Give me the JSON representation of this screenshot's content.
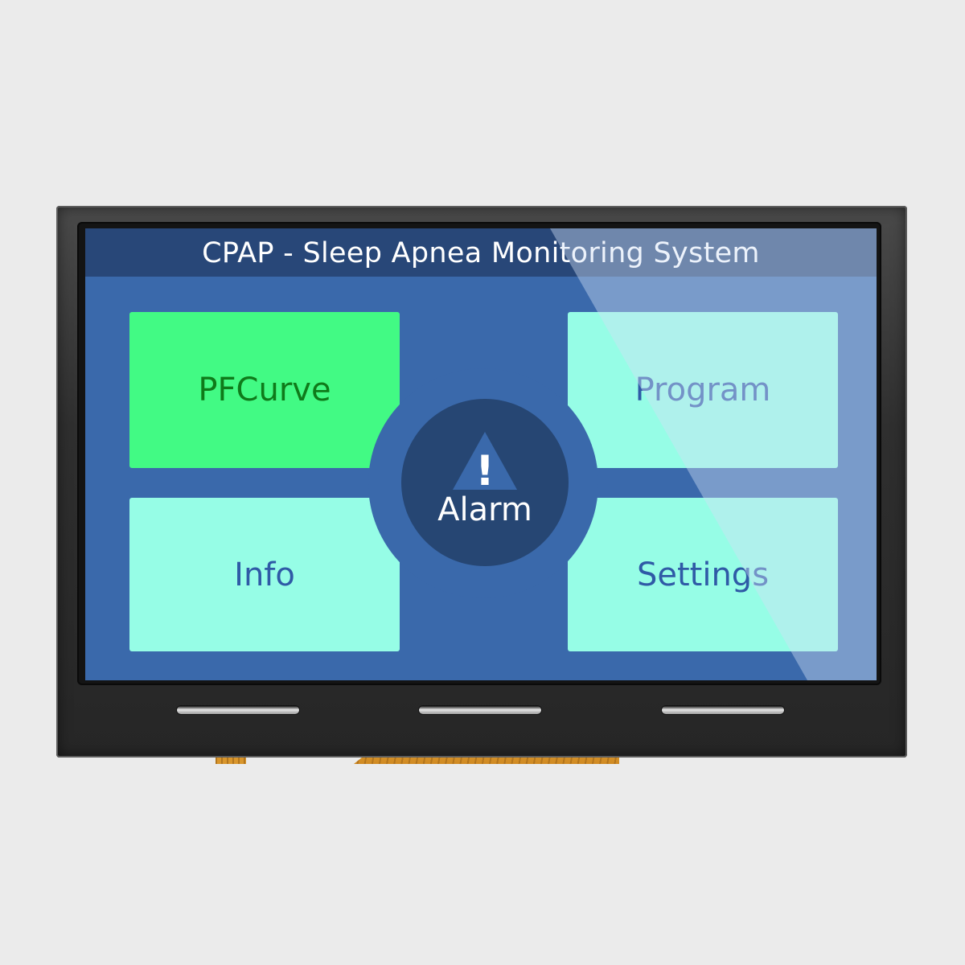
{
  "header": {
    "title": "CPAP - Sleep Apnea Monitoring System"
  },
  "tiles": {
    "pfcurve": {
      "label": "PFCurve",
      "color": "#42fa84",
      "text_color": "#0f7a1a"
    },
    "program": {
      "label": "Program",
      "color": "#96fde6",
      "text_color": "#2f5aa6"
    },
    "info": {
      "label": "Info",
      "color": "#96fde6",
      "text_color": "#2f5aa6"
    },
    "settings": {
      "label": "Settings",
      "color": "#96fde6",
      "text_color": "#2f5aa6"
    }
  },
  "alarm": {
    "label": "Alarm",
    "icon": "warning-triangle-icon",
    "icon_glyph": "!"
  },
  "colors": {
    "screen_background": "#3a69ab",
    "header_background": "#284778",
    "alarm_background": "#264673",
    "page_background": "#ebebeb"
  }
}
